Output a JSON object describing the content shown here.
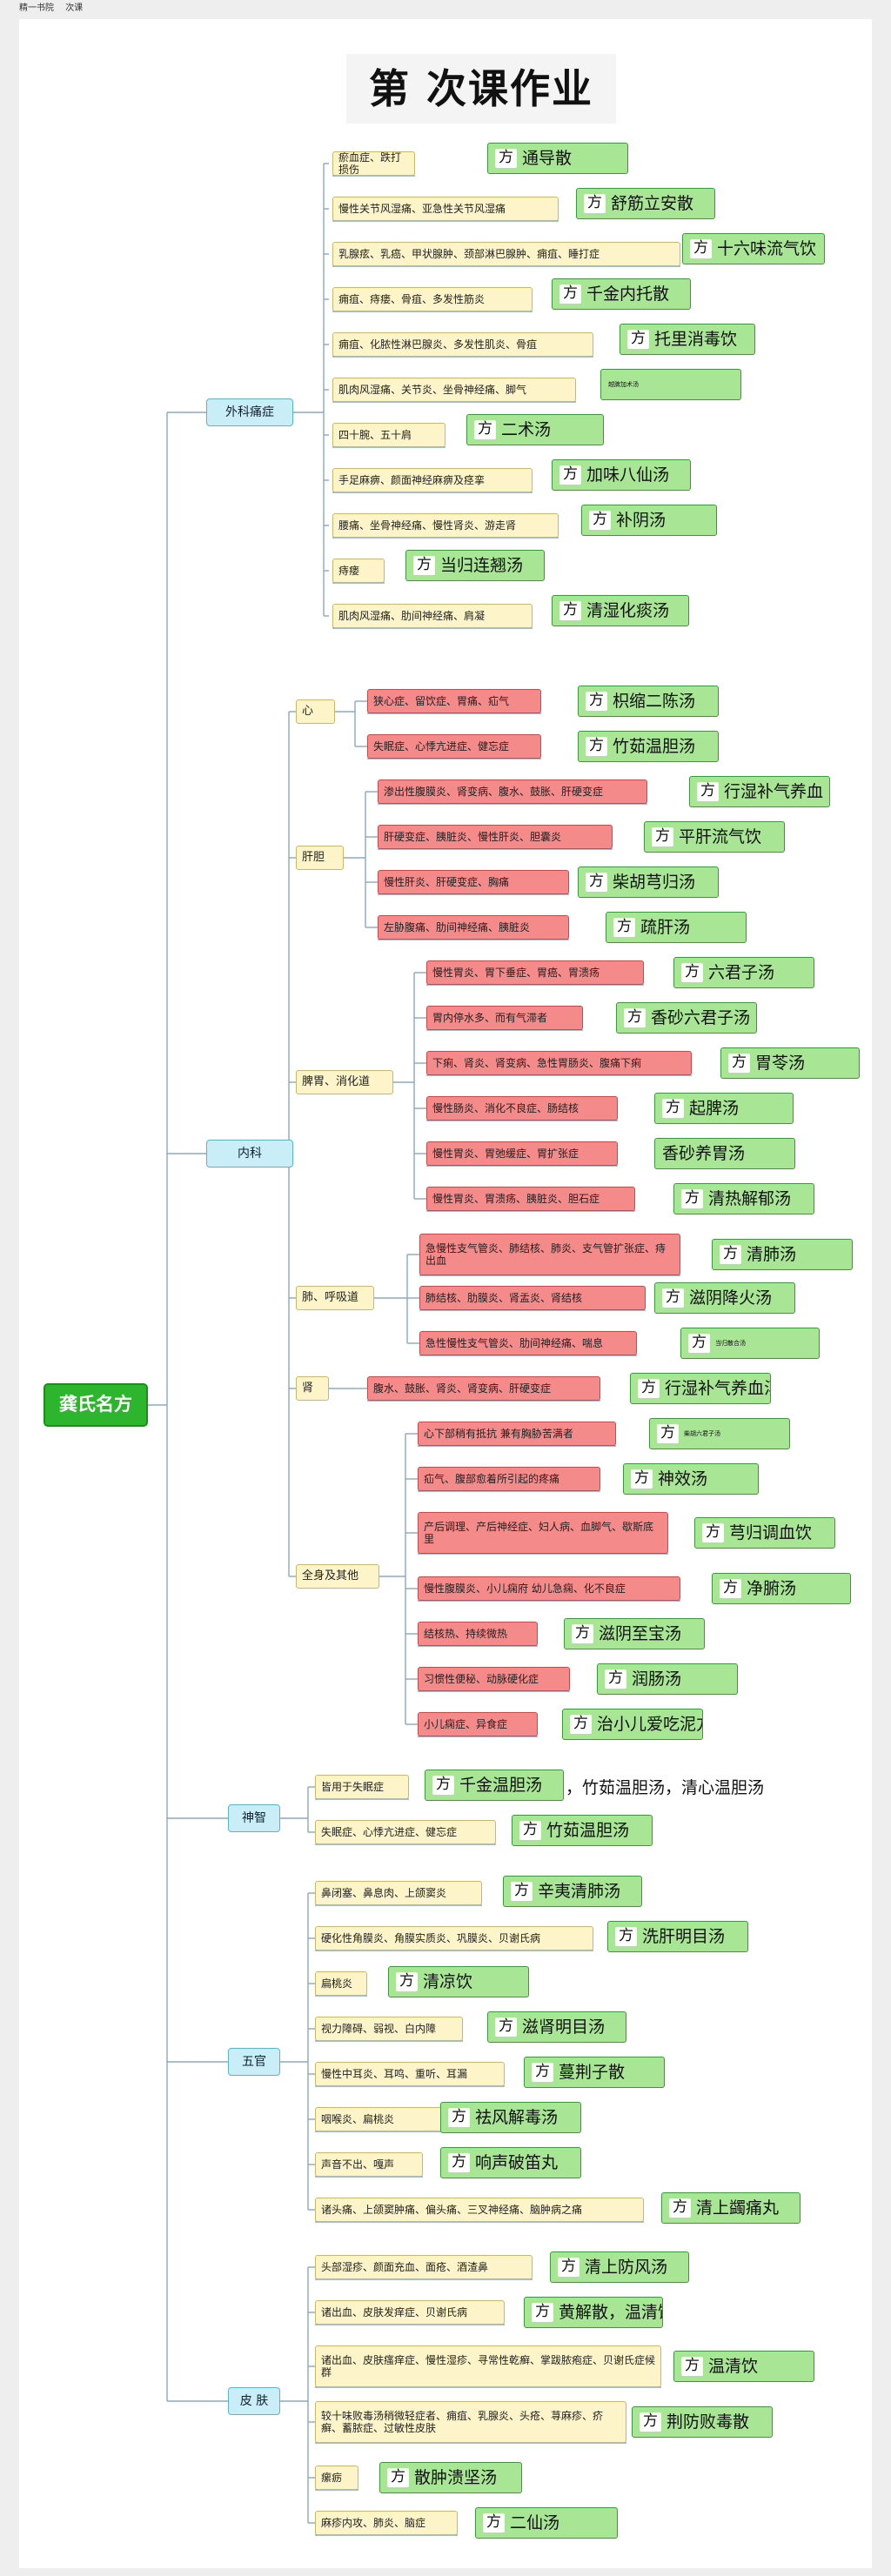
{
  "window": {
    "tabs": [
      "精一书院",
      "次课"
    ]
  },
  "page": {
    "title": "第    次课作业"
  },
  "colors": {
    "root": "#2db52d",
    "category": "#c9eef7",
    "subcategory": "#fdf5c9",
    "symptom_yellow": "#fdf5c9",
    "symptom_red": "#f58a8a",
    "remedy": "#a8e595",
    "line": "#8aa8c8"
  },
  "mindmap": {
    "root": "龚氏名方",
    "categories": [
      {
        "label": "外科痛症",
        "items": [
          {
            "symptom": "瘀血症、跌打损伤",
            "style": "yellow",
            "remedy_prefix": "方",
            "remedy": "通导散"
          },
          {
            "symptom": "慢性关节风湿痛、亚急性关节风湿痛",
            "style": "yellow",
            "remedy_prefix": "方",
            "remedy": "舒筋立安散"
          },
          {
            "symptom": "乳腺痃、乳癌、甲状腺肿、颈部淋巴腺肿、痈疽、睡打症",
            "style": "yellow",
            "remedy_prefix": "方",
            "remedy": "十六味流气饮"
          },
          {
            "symptom": "痈疽、痔瘘、骨疽、多发性筋炎",
            "style": "yellow",
            "remedy_prefix": "方",
            "remedy": "千金内托散"
          },
          {
            "symptom": "痈疽、化脓性淋巴腺炎、多发性肌炎、骨疽",
            "style": "yellow",
            "remedy_prefix": "方",
            "remedy": "托里消毒饮"
          },
          {
            "symptom": "肌肉风湿痛、关节炎、坐骨神经痛、脚气",
            "style": "yellow",
            "remedy_prefix": "",
            "remedy": "越脾加术汤"
          },
          {
            "symptom": "四十腕、五十肩",
            "style": "yellow",
            "remedy_prefix": "方",
            "remedy": "二术汤"
          },
          {
            "symptom": "手足麻痹、颜面神经麻痹及痉挛",
            "style": "yellow",
            "remedy_prefix": "方",
            "remedy": "加味八仙汤"
          },
          {
            "symptom": "腰痛、坐骨神经痛、慢性肾炎、游走肾",
            "style": "yellow",
            "remedy_prefix": "方",
            "remedy": "补阴汤"
          },
          {
            "symptom": "痔瘘",
            "style": "yellow",
            "remedy_prefix": "方",
            "remedy": "当归连翘汤"
          },
          {
            "symptom": "肌肉风湿痛、肋间神经痛、肩凝",
            "style": "yellow",
            "remedy_prefix": "方",
            "remedy": "清湿化痰汤"
          }
        ]
      },
      {
        "label": "内科",
        "subs": [
          {
            "label": "心",
            "items": [
              {
                "symptom": "狭心症、留饮症、胃痛、疝气",
                "style": "red",
                "remedy_prefix": "方",
                "remedy": "枳缩二陈汤"
              },
              {
                "symptom": "失眠症、心悸亢进症、健忘症",
                "style": "red",
                "remedy_prefix": "方",
                "remedy": "竹茹温胆汤"
              }
            ]
          },
          {
            "label": "肝胆",
            "items": [
              {
                "symptom": "渗出性腹膜炎、肾变病、腹水、鼓胀、肝硬变症",
                "style": "red",
                "remedy_prefix": "方",
                "remedy": "行湿补气养血"
              },
              {
                "symptom": "肝硬变症、胰脏炎、慢性肝炎、胆囊炎",
                "style": "red",
                "remedy_prefix": "方",
                "remedy": "平肝流气饮"
              },
              {
                "symptom": "慢性肝炎、肝硬变症、胸痛",
                "style": "red",
                "remedy_prefix": "方",
                "remedy": "柴胡芎归汤"
              },
              {
                "symptom": "左胁腹痛、肋间神经痛、胰脏炎",
                "style": "red",
                "remedy_prefix": "方",
                "remedy": "疏肝汤"
              }
            ]
          },
          {
            "label": "脾胃、消化道",
            "items": [
              {
                "symptom": "慢性胃炎、胃下垂症、胃癌、胃溃疡",
                "style": "red",
                "remedy_prefix": "方",
                "remedy": "六君子汤"
              },
              {
                "symptom": "胃内停水多、而有气滞者",
                "style": "red",
                "remedy_prefix": "方",
                "remedy": "香砂六君子汤"
              },
              {
                "symptom": "下痢、肾炎、肾变病、急性胃肠炎、腹痛下痢",
                "style": "red",
                "remedy_prefix": "方",
                "remedy": "胃苓汤"
              },
              {
                "symptom": "慢性肠炎、消化不良症、肠结核",
                "style": "red",
                "remedy_prefix": "方",
                "remedy": "起脾汤"
              },
              {
                "symptom": "慢性胃炎、胃弛缓症、胃扩张症",
                "style": "red",
                "remedy_prefix": "",
                "remedy": "香砂养胃汤"
              },
              {
                "symptom": "慢性胃炎、胃溃疡、胰脏炎、胆石症",
                "style": "red",
                "remedy_prefix": "方",
                "remedy": "清热解郁汤"
              }
            ]
          },
          {
            "label": "肺、呼吸道",
            "items": [
              {
                "symptom": "急慢性支气管炎、肺结核、肺炎、支气管扩张症、痔出血",
                "style": "red",
                "remedy_prefix": "方",
                "remedy": "清肺汤"
              },
              {
                "symptom": "肺结核、肋膜炎、肾盂炎、肾结核",
                "style": "red",
                "remedy_prefix": "方",
                "remedy": "滋阴降火汤"
              },
              {
                "symptom": "急性慢性支气管炎、肋间神经痛、喘息",
                "style": "red",
                "remedy_prefix": "方",
                "remedy": "当归散合汤"
              }
            ]
          },
          {
            "label": "肾",
            "items": [
              {
                "symptom": "腹水、鼓胀、肾炎、肾变病、肝硬变症",
                "style": "red",
                "remedy_prefix": "方",
                "remedy": "行湿补气养血汤"
              }
            ]
          },
          {
            "label": "全身及其他",
            "items": [
              {
                "symptom": "心下部稍有抵抗 兼有胸胁苦满者",
                "style": "red",
                "remedy_prefix": "方",
                "remedy": "柴胡六君子汤"
              },
              {
                "symptom": "疝气、腹部愈着所引起的疼痛",
                "style": "red",
                "remedy_prefix": "方",
                "remedy": "神效汤"
              },
              {
                "symptom": "产后调理、产后神经症、妇人病、血脚气、歇斯底里",
                "style": "red",
                "remedy_prefix": "方",
                "remedy": "芎归调血饮"
              },
              {
                "symptom": "慢性腹膜炎、小儿痫府 幼儿急痫、化不良症",
                "style": "red",
                "remedy_prefix": "方",
                "remedy": "净腑汤"
              },
              {
                "symptom": "结核热、持续微热",
                "style": "red",
                "remedy_prefix": "方",
                "remedy": "滋阴至宝汤"
              },
              {
                "symptom": "习惯性便秘、动脉硬化症",
                "style": "red",
                "remedy_prefix": "方",
                "remedy": "润肠汤"
              },
              {
                "symptom": "小儿痫症、异食症",
                "style": "red",
                "remedy_prefix": "方",
                "remedy": "治小儿爱吃泥方"
              }
            ]
          }
        ]
      },
      {
        "label": "神智",
        "items": [
          {
            "symptom": "皆用于失眠症",
            "style": "yellow",
            "remedy_prefix": "方",
            "remedy": "千金温胆汤",
            "extra": "，竹茹温胆汤，清心温胆汤"
          },
          {
            "symptom": "失眠症、心悸亢进症、健忘症",
            "style": "yellow",
            "remedy_prefix": "方",
            "remedy": "竹茹温胆汤"
          }
        ]
      },
      {
        "label": "五官",
        "items": [
          {
            "symptom": "鼻闭塞、鼻息肉、上颌窦炎",
            "style": "yellow",
            "remedy_prefix": "方",
            "remedy": "辛夷清肺汤"
          },
          {
            "symptom": "硬化性角膜炎、角膜实质炎、巩膜炎、贝谢氏病",
            "style": "yellow",
            "remedy_prefix": "方",
            "remedy": "洗肝明目汤"
          },
          {
            "symptom": "扁桃炎",
            "style": "yellow",
            "remedy_prefix": "方",
            "remedy": "清凉饮"
          },
          {
            "symptom": "视力障碍、弱视、白内障",
            "style": "yellow",
            "remedy_prefix": "方",
            "remedy": "滋肾明目汤"
          },
          {
            "symptom": "慢性中耳炎、耳鸣、重听、耳漏",
            "style": "yellow",
            "remedy_prefix": "方",
            "remedy": "蔓荆子散"
          },
          {
            "symptom": "咽喉炎、扁桃炎",
            "style": "yellow",
            "remedy_prefix": "方",
            "remedy": "祛风解毒汤"
          },
          {
            "symptom": "声音不出、嘎声",
            "style": "yellow",
            "remedy_prefix": "方",
            "remedy": "响声破笛丸"
          },
          {
            "symptom": "诸头痛、上颌窦肿痛、偏头痛、三叉神经痛、脑肿病之痛",
            "style": "yellow",
            "remedy_prefix": "方",
            "remedy": "清上蠲痛丸"
          }
        ]
      },
      {
        "label": "皮 肤",
        "items": [
          {
            "symptom": "头部湿疹、颜面充血、面疮、酒渣鼻",
            "style": "yellow",
            "remedy_prefix": "方",
            "remedy": "清上防风汤"
          },
          {
            "symptom": "诸出血、皮肤发痒症、贝谢氏病",
            "style": "yellow",
            "remedy_prefix": "方",
            "remedy": "黄解散，温清饮"
          },
          {
            "symptom": "诸出血、皮肤瘙痒症、慢性湿疹、寻常性乾癣、掌跋脓疱症、贝谢氏症候群",
            "style": "yellow",
            "remedy_prefix": "方",
            "remedy": "温清饮"
          },
          {
            "symptom": "较十味败毒汤稍微轻症者、痈疽、乳腺炎、头疮、荨麻疹、疥癣、蓄脓症、过敏性皮肤",
            "style": "yellow",
            "remedy_prefix": "方",
            "remedy": "荆防败毒散"
          },
          {
            "symptom": "瘰疬",
            "style": "yellow",
            "remedy_prefix": "方",
            "remedy": "散肿溃坚汤"
          },
          {
            "symptom": "麻疹内攻、肺炎、脑症",
            "style": "yellow",
            "remedy_prefix": "方",
            "remedy": "二仙汤"
          }
        ]
      }
    ]
  }
}
